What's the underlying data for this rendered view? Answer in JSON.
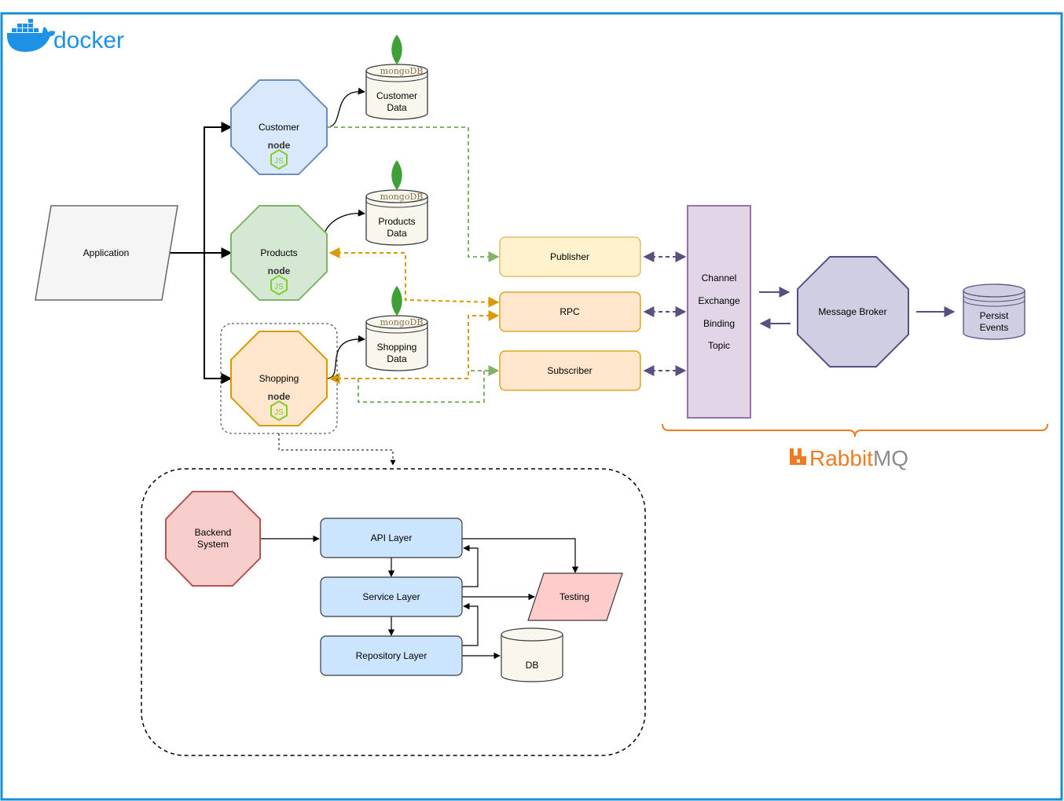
{
  "brand": {
    "docker": "docker",
    "rabbit_a": "Rabbit",
    "rabbit_b": "MQ"
  },
  "services": {
    "application": "Application",
    "customer": "Customer",
    "products": "Products",
    "shopping": "Shopping",
    "node_word": "node",
    "js_word": "JS"
  },
  "databases": {
    "mongo_word": "mongoDB",
    "customer_l1": "Customer",
    "customer_l2": "Data",
    "products_l1": "Products",
    "products_l2": "Data",
    "shopping_l1": "Shopping",
    "shopping_l2": "Data"
  },
  "messaging": {
    "publisher": "Publisher",
    "rpc": "RPC",
    "subscriber": "Subscriber",
    "channel": "Channel",
    "exchange": "Exchange",
    "binding": "Binding",
    "topic": "Topic",
    "message_broker": "Message Broker",
    "persist_l1": "Persist",
    "persist_l2": "Events"
  },
  "internals": {
    "backend_l1": "Backend",
    "backend_l2": "System",
    "api_layer": "API Layer",
    "service_layer": "Service Layer",
    "repository_layer": "Repository Layer",
    "testing": "Testing",
    "db": "DB"
  },
  "colors": {
    "frame": "#1a8fd6",
    "docker_blue": "#1d91e6",
    "rabbit_orange": "#ef7b22",
    "green_dash": "#82b366",
    "orange_dash": "#d79b00",
    "purple_arrow": "#56517e"
  }
}
